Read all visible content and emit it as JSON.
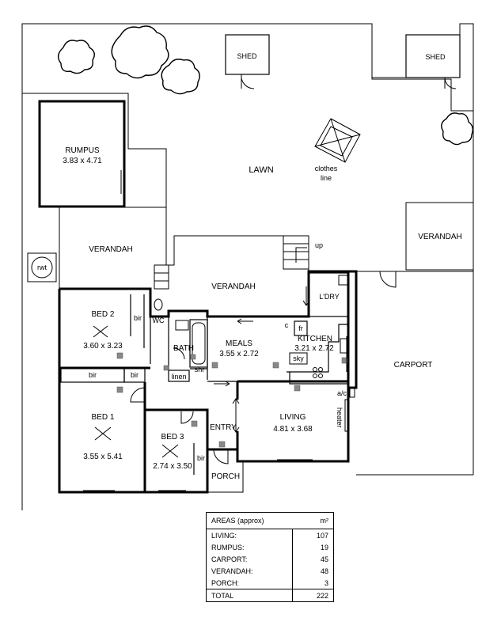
{
  "plan": {
    "shed_left": "SHED",
    "shed_right": "SHED",
    "lawn": "LAWN",
    "clothes_line_1": "clothes",
    "clothes_line_2": "line",
    "rumpus_name": "RUMPUS",
    "rumpus_dims": "3.83 x 4.71",
    "verandah_left": "VERANDAH",
    "verandah_center": "VERANDAH",
    "verandah_right": "VERANDAH",
    "rwt": "rwt",
    "up": "up",
    "bed2_name": "BED 2",
    "bed2_dims": "3.60 x 3.23",
    "bir": "bir",
    "wc": "WC",
    "bath": "BATH",
    "shr": "shr",
    "linen": "linen",
    "meals_name": "MEALS",
    "meals_dims": "3.55 x 2.72",
    "kitchen_name": "KITCHEN",
    "kitchen_dims": "3.21 x 2.72",
    "c": "c",
    "fr": "fr",
    "sky": "sky",
    "ldry": "L'DRY",
    "carport": "CARPORT",
    "bed1_name": "BED 1",
    "bed1_dims": "3.55 x 5.41",
    "bed3_name": "BED 3",
    "bed3_dims": "2.74 x 3.50",
    "entry": "ENTRY",
    "living_name": "LIVING",
    "living_dims": "4.81 x 3.68",
    "heater": "heater",
    "ac": "a/c",
    "porch": "PORCH"
  },
  "areas": {
    "header": "AREAS (approx)",
    "unit": "m²",
    "rows": [
      {
        "name": "LIVING:",
        "value": "107"
      },
      {
        "name": "RUMPUS:",
        "value": "19"
      },
      {
        "name": "CARPORT:",
        "value": "45"
      },
      {
        "name": "VERANDAH:",
        "value": "48"
      },
      {
        "name": "PORCH:",
        "value": "3"
      }
    ],
    "total_label": "TOTAL",
    "total_value": "222"
  }
}
